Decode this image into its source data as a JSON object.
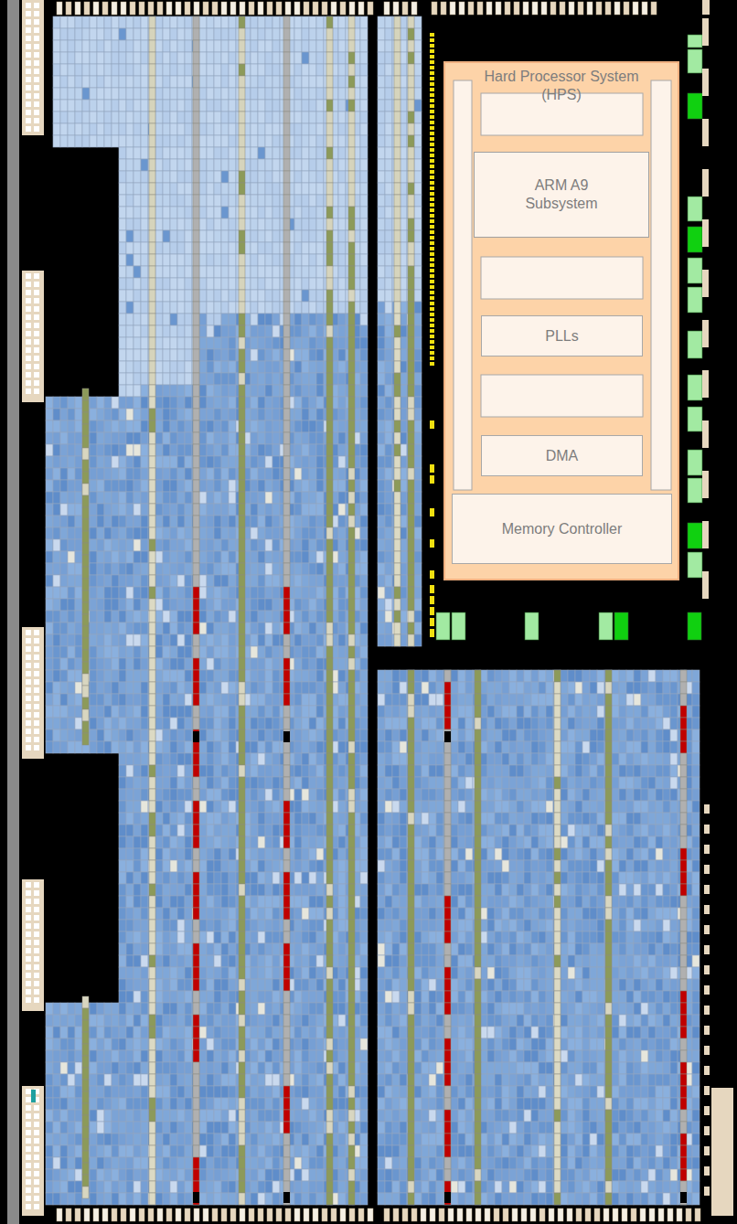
{
  "diagram": {
    "nodes": [
      {
        "text": [
          "Hard Processor System (HPS)"
        ]
      },
      {
        "text": [
          "ARM A9 Subsystem"
        ],
        "in": 0
      },
      {
        "text": [
          "PLLs"
        ],
        "in": 0
      },
      {
        "text": [
          "DMA"
        ],
        "in": 0
      },
      {
        "text": [
          "Memory Controller"
        ],
        "in": 0
      }
    ]
  }
}
